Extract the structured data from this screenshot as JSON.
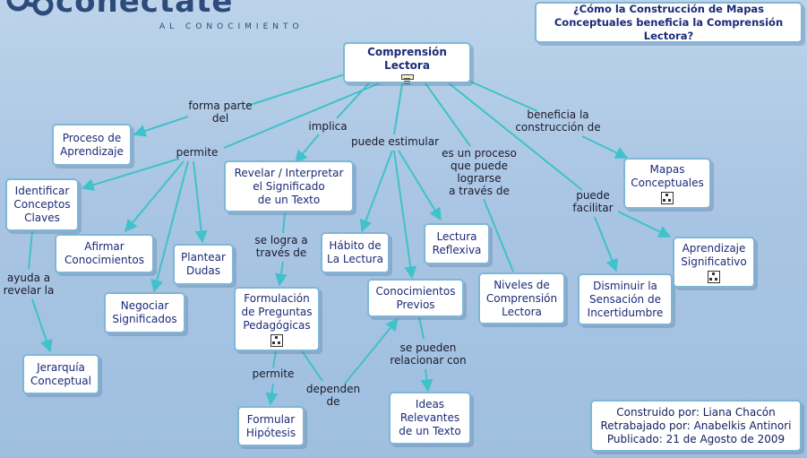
{
  "logo": {
    "word": "conectate",
    "sub": "AL CONOCIMIENTO"
  },
  "question": "¿Cómo la Construcción de Mapas Conceptuales beneficia la Comprensión Lectora?",
  "credits": [
    "Construido por: Liana Chacón",
    "Retrabajado por: Anabelkis Antinori",
    "Publicado: 21 de Agosto de 2009"
  ],
  "nodes": {
    "root": "Comprensión Lectora",
    "proceso": "Proceso de\nAprendizaje",
    "identificar": "Identificar\nConceptos\nClaves",
    "afirmar": "Afirmar\nConocimientos",
    "negociar": "Negociar\nSignificados",
    "plantear": "Plantear\nDudas",
    "jerarquia": "Jerarquía\nConceptual",
    "revelar": "Revelar / Interpretar\nel Significado\nde un Texto",
    "formulacion": "Formulación\nde Preguntas\nPedagógicas",
    "hipotesis": "Formular\nHipótesis",
    "habito": "Hábito de\nLa Lectura",
    "reflexiva": "Lectura\nReflexiva",
    "previos": "Conocimientos\nPrevios",
    "ideas": "Ideas\nRelevantes\nde un Texto",
    "niveles": "Niveles de\nComprensión\nLectora",
    "mapas": "Mapas\nConceptuales",
    "disminuir": "Disminuir la\nSensación de\nIncertidumbre",
    "aprendizaje": "Aprendizaje\nSignificativo"
  },
  "labels": {
    "forma_parte": "forma parte\ndel",
    "implica": "implica",
    "permite1": "permite",
    "puede_estimular": "puede estimular",
    "es_proceso": "es un proceso\nque puede\nlograrse\na través de",
    "beneficia": "beneficia la\nconstrucción de",
    "puede_facilitar": "puede\nfacilitar",
    "ayuda": "ayuda a\nrevelar la",
    "se_logra": "se logra a\ntravés de",
    "permite2": "permite",
    "dependen": "dependen\nde",
    "se_pueden": "se pueden\nrelacionar con"
  },
  "colors": {
    "link": "#3fc2c9",
    "node_border": "#7fb6d6",
    "node_text": "#1b2a78"
  }
}
